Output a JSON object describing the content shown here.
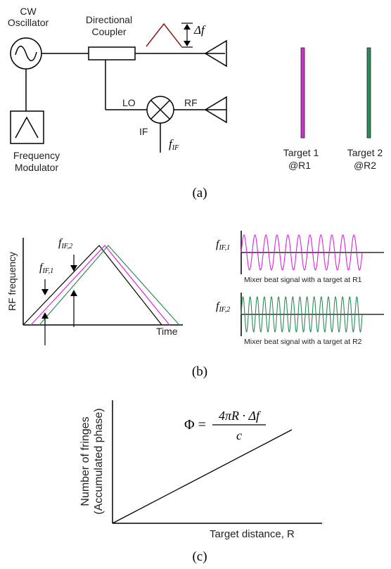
{
  "panel_a": {
    "oscillator_label_1": "CW",
    "oscillator_label_2": "Oscillator",
    "coupler_label_1": "Directional",
    "coupler_label_2": "Coupler",
    "delta_f": "Δf",
    "lo_label": "LO",
    "rf_label": "RF",
    "if_label": "IF",
    "f_if": "f",
    "f_if_sub": "IF",
    "modulator_label_1": "Frequency",
    "modulator_label_2": "Modulator",
    "target1_line1": "Target 1",
    "target1_line2": "@R1",
    "target2_line1": "Target 2",
    "target2_line2": "@R2",
    "target1_color": "#cc33cc",
    "target2_color": "#2e8b57",
    "caption": "(a)"
  },
  "panel_b": {
    "ylabel": "RF frequency",
    "xlabel": "Time",
    "f_if2_label": "f",
    "f_if2_sub": "IF,2",
    "f_if1_label": "f",
    "f_if1_sub": "IF,1",
    "beat1_label": "f",
    "beat1_sub": "IF,1",
    "beat1_caption": "Mixer beat signal with a target at R1",
    "beat2_label": "f",
    "beat2_sub": "IF,2",
    "beat2_caption": "Mixer beat signal with a target at R2",
    "tx_color": "#000000",
    "magenta_color": "#e020e0",
    "green_color": "#2e8b57",
    "caption": "(b)"
  },
  "panel_c": {
    "ylabel_1": "Number of fringes",
    "ylabel_2": "(Accumulated phase)",
    "xlabel": "Target distance, R",
    "eq_lhs": "Φ =",
    "eq_num": "4πR · Δf",
    "eq_den": "c",
    "caption": "(c)"
  }
}
